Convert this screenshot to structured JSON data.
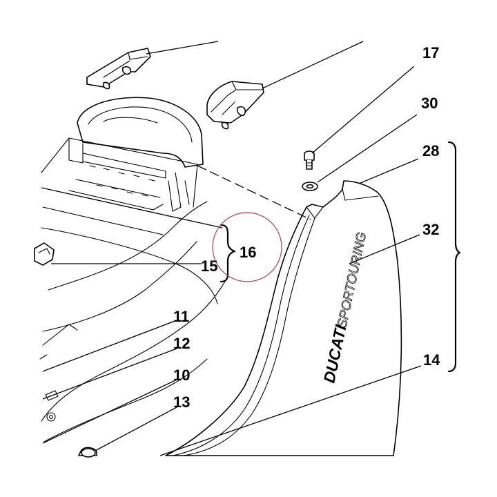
{
  "labels": {
    "part_17": "17",
    "part_30": "30",
    "part_28": "28",
    "part_32": "32",
    "part_14": "14",
    "part_16": "16",
    "part_15": "15",
    "part_11": "11",
    "part_12": "12",
    "part_10": "10",
    "part_13": "13"
  },
  "decal": {
    "brand": "DUCATI",
    "line": "SPORTOURING"
  },
  "colors": {
    "ink": "#000000",
    "paper": "#ffffff",
    "highlight_circle": "#c0394a"
  }
}
